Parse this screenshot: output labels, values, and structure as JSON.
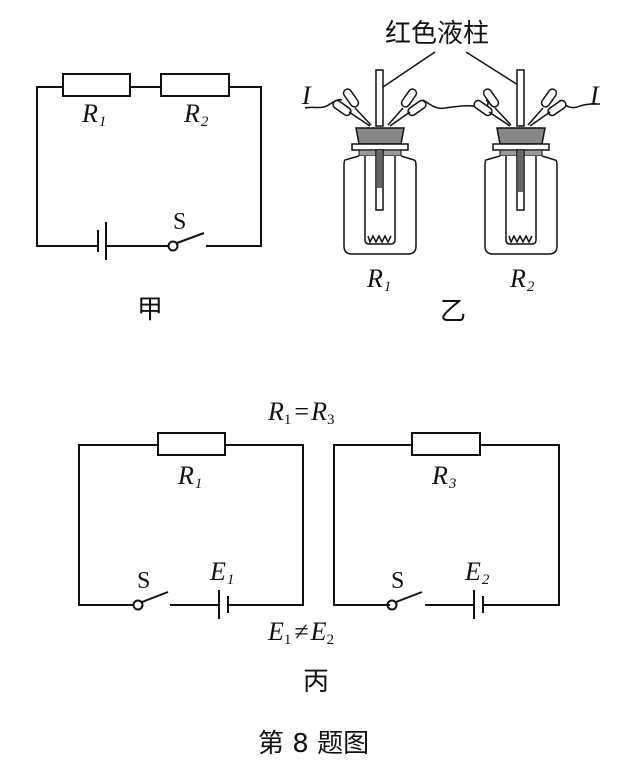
{
  "figure": {
    "caption": "第 8 题图",
    "panels": {
      "jia": {
        "label": "甲",
        "resistor_1": {
          "symbol": "R",
          "sub": "1"
        },
        "resistor_2": {
          "symbol": "R",
          "sub": "2"
        },
        "switch_label": "S"
      },
      "yi": {
        "label": "乙",
        "annotation": "红色液柱",
        "current_left": "I",
        "current_right": "I",
        "bottle_1": {
          "symbol": "R",
          "sub": "1"
        },
        "bottle_2": {
          "symbol": "R",
          "sub": "2"
        }
      },
      "bing": {
        "label": "丙",
        "relation_top": {
          "a": "R",
          "a_sub": "1",
          "op": "=",
          "b": "R",
          "b_sub": "3"
        },
        "relation_bottom": {
          "a": "E",
          "a_sub": "1",
          "op": "≠",
          "b": "E",
          "b_sub": "2"
        },
        "left_circuit": {
          "resistor": {
            "symbol": "R",
            "sub": "1"
          },
          "switch_label": "S",
          "source": {
            "symbol": "E",
            "sub": "1"
          }
        },
        "right_circuit": {
          "resistor": {
            "symbol": "R",
            "sub": "3"
          },
          "switch_label": "S",
          "source": {
            "symbol": "E",
            "sub": "2"
          }
        }
      }
    }
  }
}
